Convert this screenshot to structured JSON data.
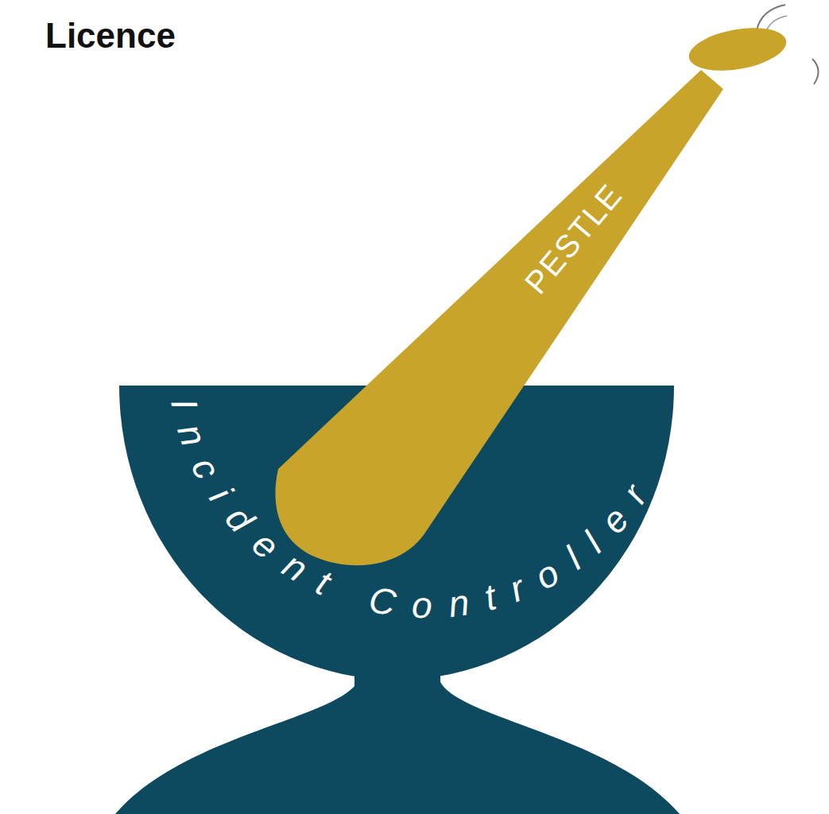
{
  "diagram": {
    "title": "Licence",
    "nodes": [
      {
        "text": [
          "Incident Controller"
        ]
      },
      {
        "text": [
          "PESTLE"
        ]
      }
    ]
  }
}
